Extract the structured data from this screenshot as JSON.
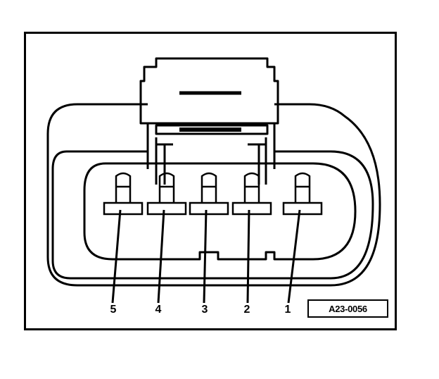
{
  "diagram": {
    "reference_code": "A23-0056",
    "pins": [
      {
        "label": "5"
      },
      {
        "label": "4"
      },
      {
        "label": "3"
      },
      {
        "label": "2"
      },
      {
        "label": "1"
      }
    ]
  },
  "colors": {
    "line": "#000000",
    "background": "#ffffff"
  }
}
